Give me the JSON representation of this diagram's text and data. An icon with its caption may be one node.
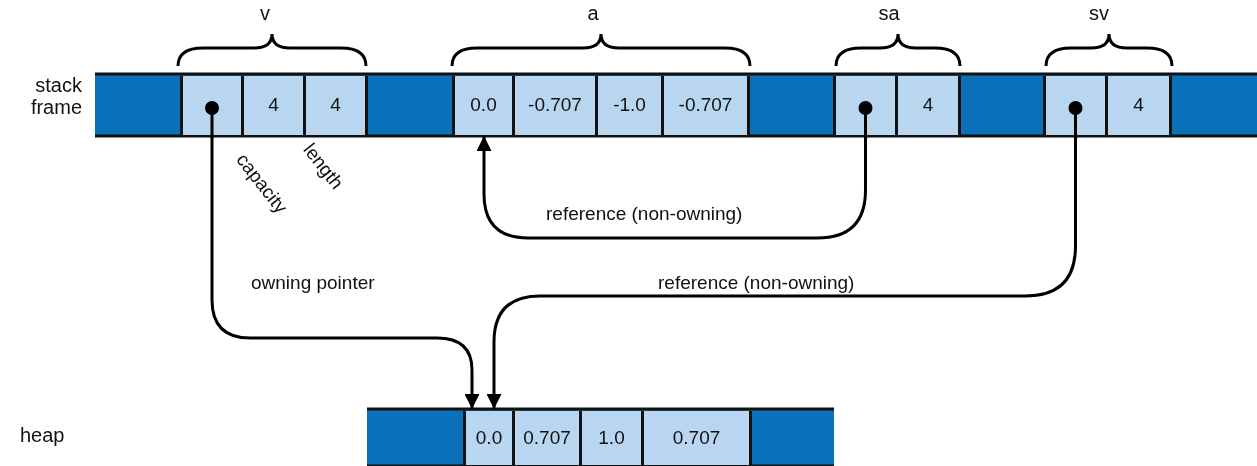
{
  "diagram": {
    "nodes": [
      {
        "text": [],
        "shape": "box"
      },
      {
        "text": [
          "4"
        ]
      },
      {
        "text": [
          "4"
        ]
      },
      {
        "text": [
          "0.0"
        ]
      },
      {
        "text": [
          "-0.707"
        ]
      },
      {
        "text": [
          "-1.0"
        ]
      },
      {
        "text": [
          "-0.707"
        ]
      },
      {
        "text": [],
        "shape": "box"
      },
      {
        "text": [
          "4"
        ]
      },
      {
        "text": [],
        "shape": "box"
      },
      {
        "text": [
          "4"
        ]
      },
      {
        "text": [
          "0.0"
        ]
      },
      {
        "text": [
          "0.707"
        ]
      },
      {
        "text": [
          "1.0"
        ]
      },
      {
        "text": [
          "0.707"
        ]
      }
    ],
    "edges": [
      {
        "from": 0,
        "to": 11,
        "arrow": "to",
        "label": "owning pointer"
      },
      {
        "from": 7,
        "to": 3,
        "arrow": "to",
        "label": "reference (non-owning)"
      },
      {
        "from": 9,
        "to": 11,
        "arrow": "to",
        "label": "reference (non-owning)"
      }
    ],
    "labels": [
      "v",
      "a",
      "sa",
      "sv",
      "stack frame",
      "capacity",
      "length",
      "heap"
    ]
  }
}
